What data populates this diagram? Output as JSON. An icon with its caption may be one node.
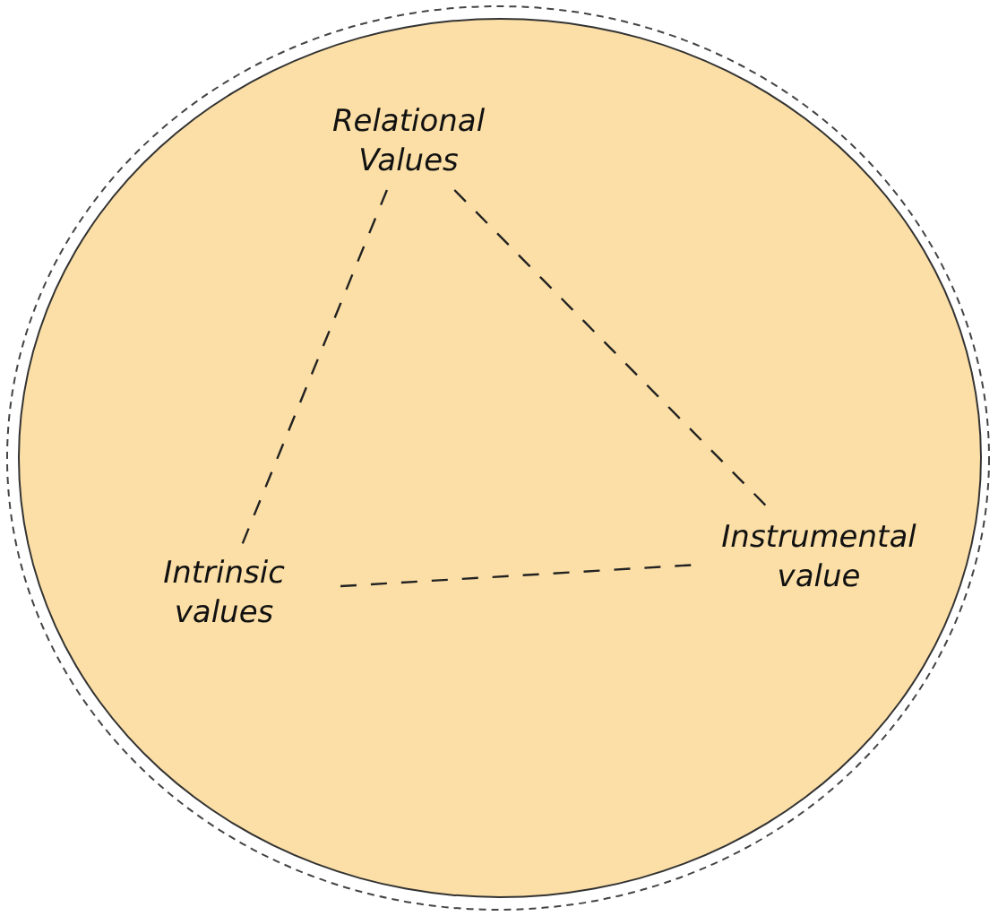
{
  "diagram": {
    "nodes": [
      {
        "text": [],
        "shape": "circle"
      },
      {
        "text": [
          "Relational Values"
        ],
        "in": 0
      },
      {
        "text": [
          "Intrinsic values"
        ],
        "in": 0
      },
      {
        "text": [
          "Instrumental value"
        ],
        "in": 0
      }
    ],
    "edges": [
      {
        "from": 1,
        "to": 2,
        "arrow": "none",
        "style": "dashed"
      },
      {
        "from": 1,
        "to": 3,
        "arrow": "none",
        "style": "dashed"
      },
      {
        "from": 2,
        "to": 3,
        "arrow": "none",
        "style": "dashed"
      }
    ]
  }
}
